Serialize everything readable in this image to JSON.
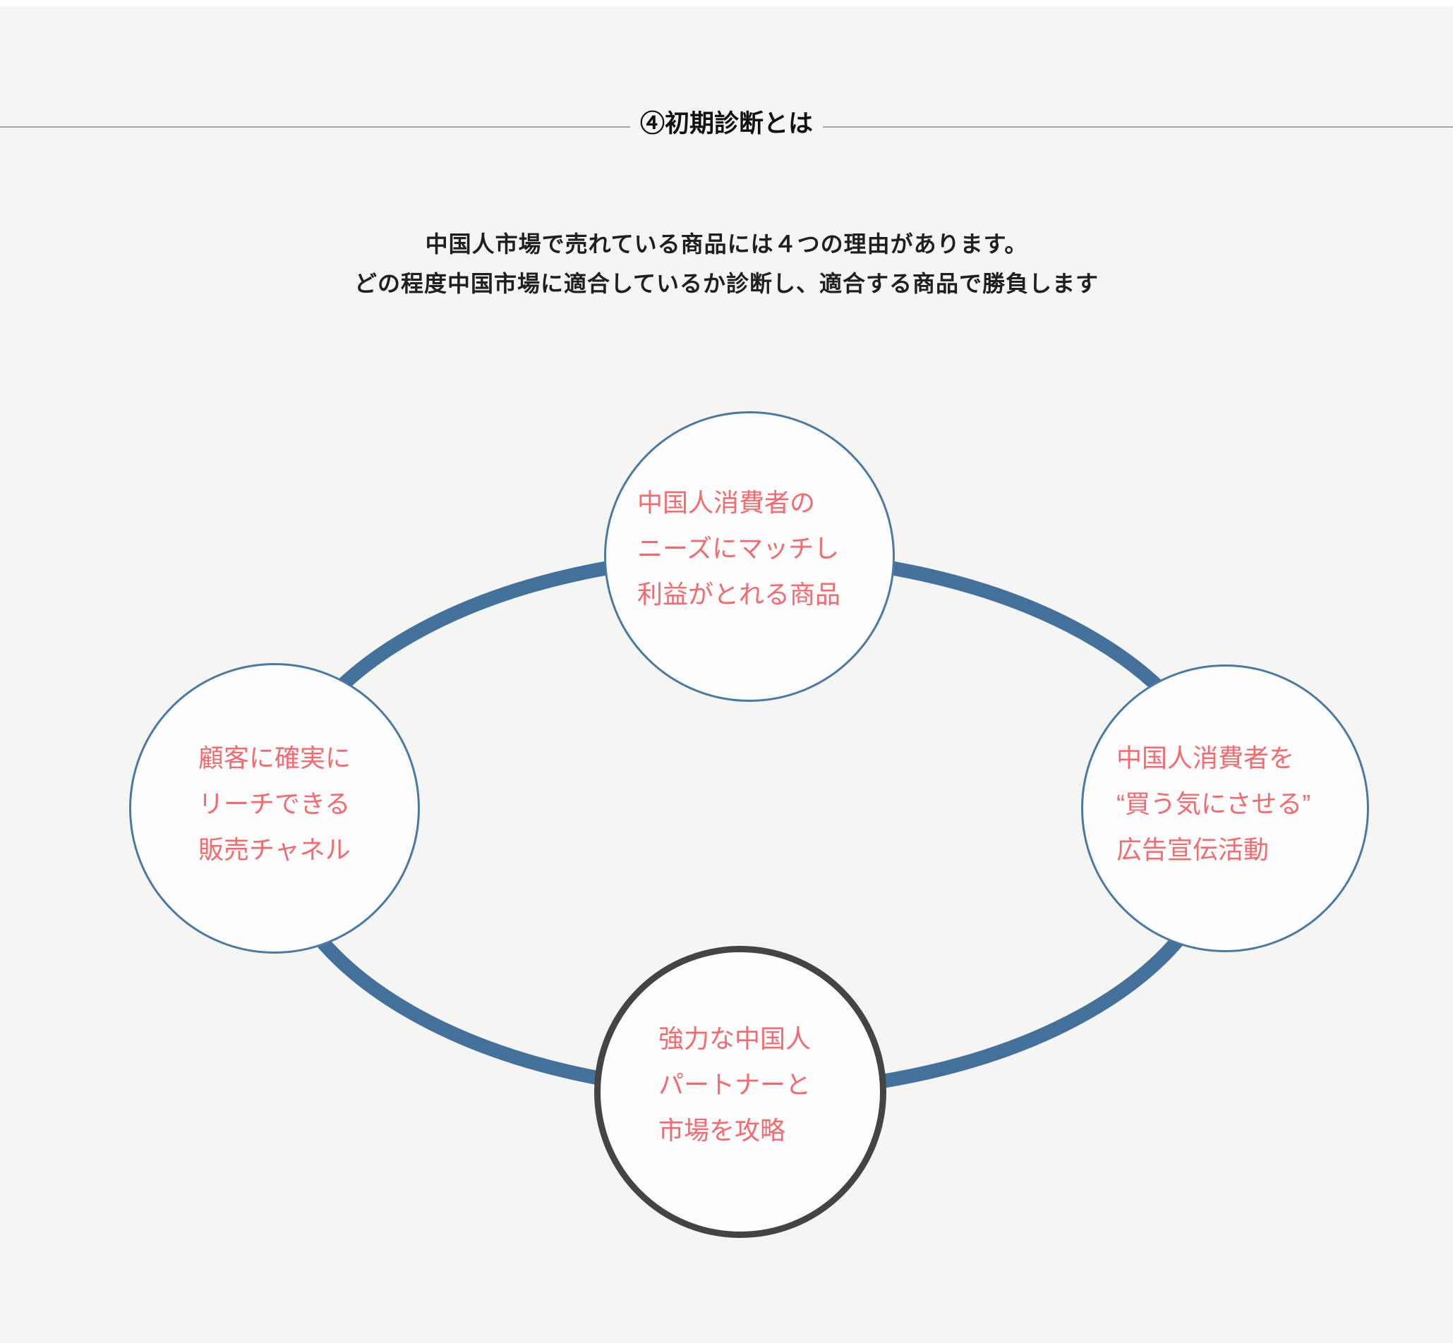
{
  "page": {
    "title": "④初期診断とは",
    "description": {
      "line1": "中国人市場で売れている商品には４つの理由があります。",
      "line2": "どの程度中国市場に適合しているか診断し、適合する商品で勝負します"
    }
  },
  "diagram": {
    "circles": [
      {
        "id": "product",
        "position": "top",
        "border_style": "blue",
        "lines": [
          "中国人消費者の",
          "ニーズにマッチし",
          "利益がとれる商品"
        ]
      },
      {
        "id": "channel",
        "position": "left",
        "border_style": "blue",
        "lines": [
          "顧客に確実に",
          "リーチできる",
          "販売チャネル"
        ]
      },
      {
        "id": "promotion",
        "position": "right",
        "border_style": "blue",
        "lines": [
          "中国人消費者を",
          "“買う気にさせる”",
          "広告宣伝活動"
        ]
      },
      {
        "id": "partner",
        "position": "bottom",
        "border_style": "dark",
        "lines": [
          "強力な中国人",
          "パートナーと",
          "市場を攻略"
        ]
      }
    ],
    "colors": {
      "ring_blue": "#44719b",
      "circle_border_blue": "#4a7aa4",
      "circle_border_dark": "#444444",
      "circle_fill": "#fdfdfd",
      "text_red": "#f6696e",
      "background": "#f5f5f3",
      "divider_gray": "#a5a5a5"
    }
  }
}
